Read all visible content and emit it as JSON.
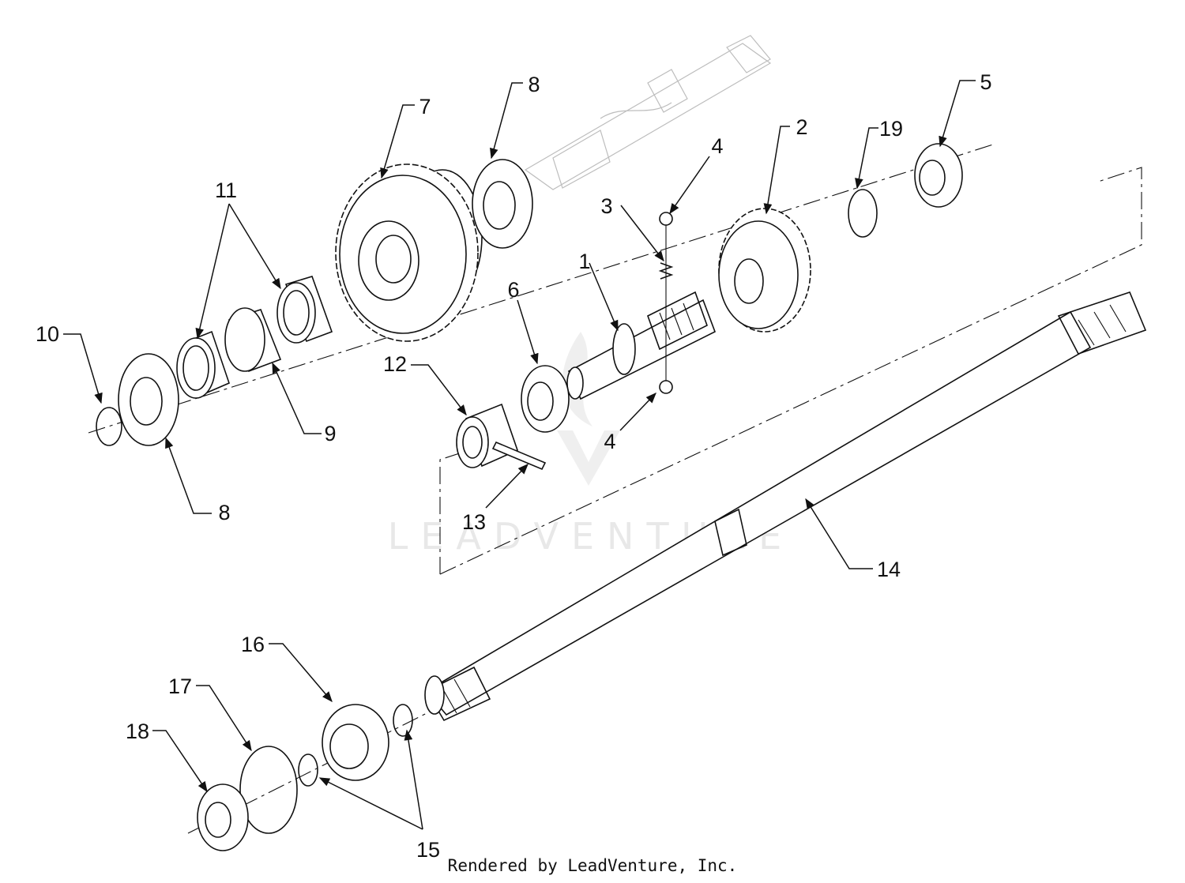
{
  "callouts": [
    {
      "id": "c1",
      "text": "1"
    },
    {
      "id": "c2",
      "text": "2"
    },
    {
      "id": "c3",
      "text": "3"
    },
    {
      "id": "c4a",
      "text": "4"
    },
    {
      "id": "c4b",
      "text": "4"
    },
    {
      "id": "c5",
      "text": "5"
    },
    {
      "id": "c6",
      "text": "6"
    },
    {
      "id": "c7",
      "text": "7"
    },
    {
      "id": "c8a",
      "text": "8"
    },
    {
      "id": "c8b",
      "text": "8"
    },
    {
      "id": "c9",
      "text": "9"
    },
    {
      "id": "c10",
      "text": "10"
    },
    {
      "id": "c11",
      "text": "11"
    },
    {
      "id": "c12",
      "text": "12"
    },
    {
      "id": "c13",
      "text": "13"
    },
    {
      "id": "c14",
      "text": "14"
    },
    {
      "id": "c15",
      "text": "15"
    },
    {
      "id": "c16",
      "text": "16"
    },
    {
      "id": "c17",
      "text": "17"
    },
    {
      "id": "c18",
      "text": "18"
    },
    {
      "id": "c19",
      "text": "19"
    }
  ],
  "watermark": "LEADVENTURE",
  "footer": "Rendered by LeadVenture, Inc."
}
